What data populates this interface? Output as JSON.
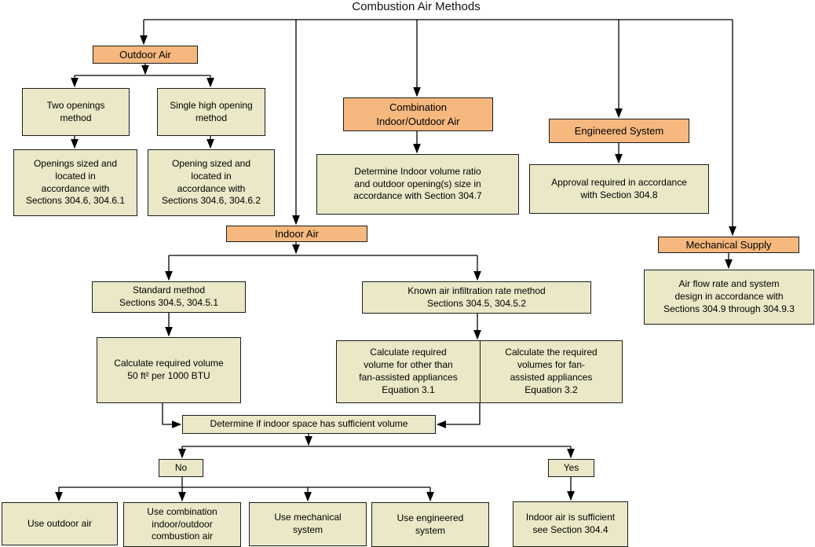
{
  "title": "Combustion Air Methods",
  "colors": {
    "category_box": "#F6B87E",
    "step_box": "#EAE8C7",
    "border": "#1C1C1C",
    "background": "#FFFFFF",
    "line": "#000000"
  },
  "nodes": {
    "outdoor_air": {
      "label": "Outdoor Air",
      "type": "category"
    },
    "two_openings_method": {
      "label": "Two openings\nmethod",
      "type": "step"
    },
    "single_high_opening_method": {
      "label": "Single high opening\nmethod",
      "type": "step"
    },
    "openings_sized": {
      "label": "Openings sized and\nlocated in\naccordance with\nSections 304.6, 304.6.1",
      "type": "step"
    },
    "opening_sized": {
      "label": "Opening sized and\nlocated in\naccordance with\nSections 304.6, 304.6.2",
      "type": "step"
    },
    "combination_indoor_outdoor_air": {
      "label": "Combination\nIndoor/Outdoor Air",
      "type": "category"
    },
    "determine_indoor_volume_ratio": {
      "label": "Determine Indoor volume ratio\nand outdoor opening(s) size in\naccordance with Section 304.7",
      "type": "step"
    },
    "engineered_system": {
      "label": "Engineered System",
      "type": "category"
    },
    "approval_required": {
      "label": "Approval required in accordance\nwith Section 304.8",
      "type": "step"
    },
    "indoor_air": {
      "label": "Indoor Air",
      "type": "category"
    },
    "mechanical_supply": {
      "label": "Mechanical Supply",
      "type": "category"
    },
    "air_flow_rate": {
      "label": "Air flow rate and system\ndesign in accordance with\nSections 304.9 through 304.9.3",
      "type": "step"
    },
    "standard_method": {
      "label": "Standard method\nSections 304.5, 304.5.1",
      "type": "step"
    },
    "known_air_infiltration_rate_method": {
      "label": "Known air infiltration rate method\nSections 304.5, 304.5.2",
      "type": "step"
    },
    "calculate_required_volume": {
      "label": "Calculate required volume\n50 ft² per 1000 BTU",
      "type": "step"
    },
    "calculate_volume_other_than_fan": {
      "label": "Calculate required\nvolume for other than\nfan-assisted appliances\nEquation 3.1",
      "type": "step"
    },
    "calculate_volumes_fan_assisted": {
      "label": "Calculate the required\nvolumes for fan-\nassisted appliances\nEquation 3.2",
      "type": "step"
    },
    "determine_sufficient_volume": {
      "label": "Determine if indoor space has sufficient volume",
      "type": "step"
    },
    "no": {
      "label": "No",
      "type": "step"
    },
    "yes": {
      "label": "Yes",
      "type": "step"
    },
    "use_outdoor_air": {
      "label": "Use outdoor air",
      "type": "step"
    },
    "use_combination": {
      "label": "Use combination\nindoor/outdoor\ncombustion air",
      "type": "step"
    },
    "use_mechanical_system": {
      "label": "Use mechanical\nsystem",
      "type": "step"
    },
    "use_engineered_system": {
      "label": "Use engineered\nsystem",
      "type": "step"
    },
    "indoor_air_sufficient": {
      "label": "Indoor air is sufficient\nsee Section 304.4",
      "type": "step"
    }
  },
  "edges": [
    [
      "title",
      "outdoor_air"
    ],
    [
      "title",
      "indoor_air"
    ],
    [
      "title",
      "combination_indoor_outdoor_air"
    ],
    [
      "title",
      "engineered_system"
    ],
    [
      "title",
      "mechanical_supply"
    ],
    [
      "outdoor_air",
      "two_openings_method"
    ],
    [
      "outdoor_air",
      "single_high_opening_method"
    ],
    [
      "two_openings_method",
      "openings_sized"
    ],
    [
      "single_high_opening_method",
      "opening_sized"
    ],
    [
      "combination_indoor_outdoor_air",
      "determine_indoor_volume_ratio"
    ],
    [
      "engineered_system",
      "approval_required"
    ],
    [
      "mechanical_supply",
      "air_flow_rate"
    ],
    [
      "indoor_air",
      "standard_method"
    ],
    [
      "indoor_air",
      "known_air_infiltration_rate_method"
    ],
    [
      "standard_method",
      "calculate_required_volume"
    ],
    [
      "known_air_infiltration_rate_method",
      "calculate_volume_other_than_fan"
    ],
    [
      "known_air_infiltration_rate_method",
      "calculate_volumes_fan_assisted"
    ],
    [
      "calculate_required_volume",
      "determine_sufficient_volume"
    ],
    [
      "calculate_volume_other_than_fan",
      "determine_sufficient_volume"
    ],
    [
      "calculate_volumes_fan_assisted",
      "determine_sufficient_volume"
    ],
    [
      "determine_sufficient_volume",
      "no"
    ],
    [
      "determine_sufficient_volume",
      "yes"
    ],
    [
      "no",
      "use_outdoor_air"
    ],
    [
      "no",
      "use_combination"
    ],
    [
      "no",
      "use_mechanical_system"
    ],
    [
      "no",
      "use_engineered_system"
    ],
    [
      "yes",
      "indoor_air_sufficient"
    ]
  ]
}
